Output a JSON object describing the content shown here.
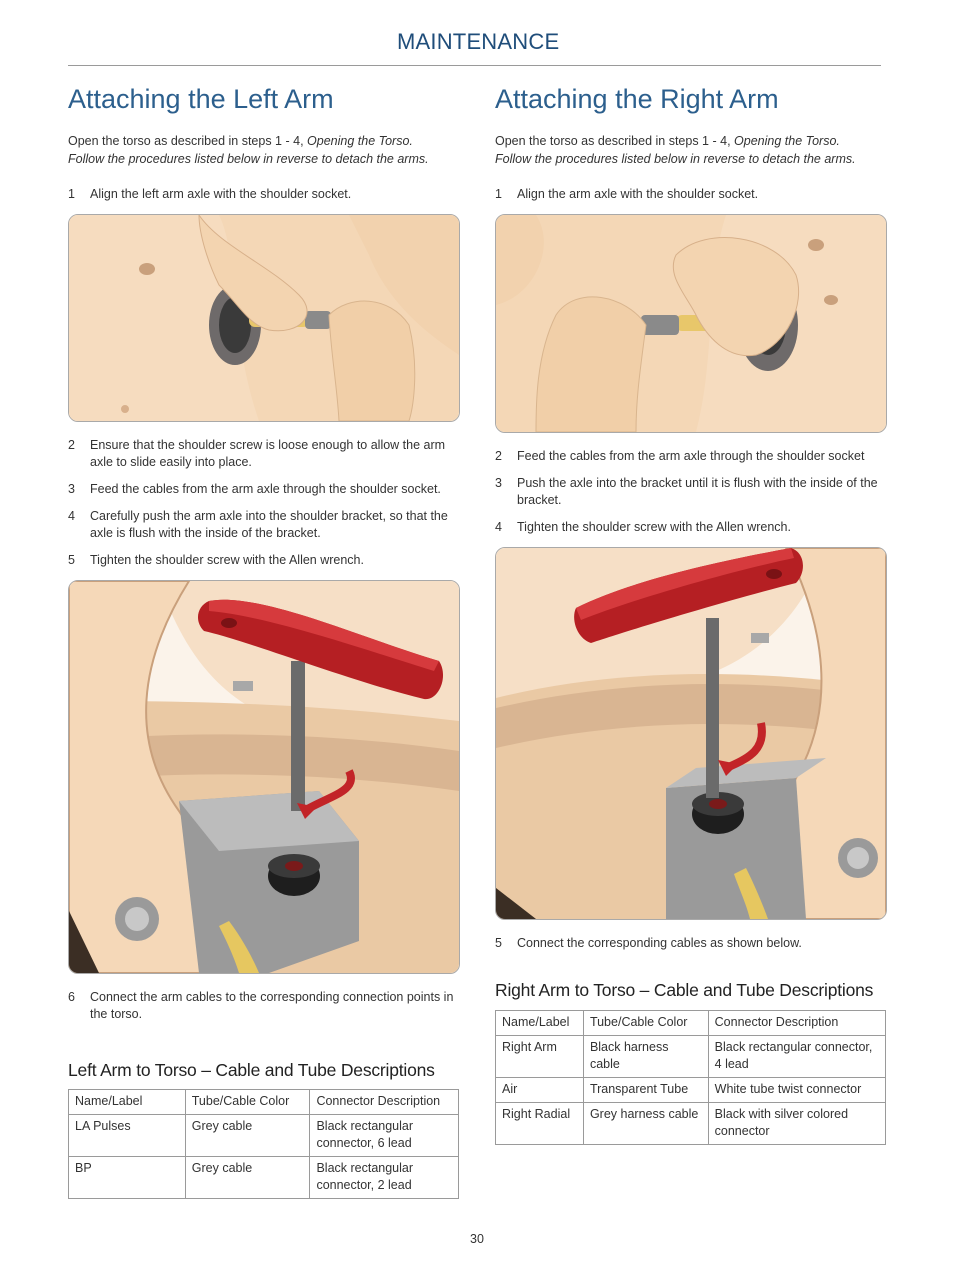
{
  "header": {
    "section": "MAINTENANCE"
  },
  "left": {
    "title": "Attaching the Left Arm",
    "intro_plain": "Open the torso as described in steps 1 - 4, ",
    "intro_italic_ref": "Opening the Torso.",
    "intro_italic_line": "Follow the procedures listed below in reverse to detach the arms.",
    "steps": [
      {
        "num": "1",
        "text": "Align the left arm axle with the shoulder socket."
      },
      {
        "num": "2",
        "text": "Ensure that the shoulder screw is loose enough to allow the arm axle to slide easily into place."
      },
      {
        "num": "3",
        "text": "Feed the cables from the arm axle through the shoulder socket."
      },
      {
        "num": "4",
        "text": "Carefully push the arm axle into the shoulder bracket, so that the axle is flush with the inside of the bracket."
      },
      {
        "num": "5",
        "text": "Tighten the shoulder screw with the Allen wrench."
      },
      {
        "num": "6",
        "text": "Connect the arm cables to the corresponding connection points in the torso."
      }
    ],
    "table_title": "Left Arm to Torso – Cable and Tube Descriptions",
    "table": {
      "headers": [
        "Name/Label",
        "Tube/Cable Color",
        "Connector Description"
      ],
      "rows": [
        [
          "LA Pulses",
          "Grey cable",
          "Black rectangular connector, 6 lead"
        ],
        [
          "BP",
          "Grey cable",
          "Black rectangular connector, 2 lead"
        ]
      ]
    }
  },
  "right": {
    "title": "Attaching the Right Arm",
    "intro_plain": "Open the torso as described in steps 1 - 4, ",
    "intro_italic_ref": "Opening the Torso.",
    "intro_italic_line": "Follow the procedures listed below in reverse to detach the arms.",
    "steps": [
      {
        "num": "1",
        "text": "Align the arm axle with the shoulder socket."
      },
      {
        "num": "2",
        "text": "Feed the cables from the arm axle through the shoulder socket"
      },
      {
        "num": "3",
        "text": "Push the axle into the bracket until it is flush with the inside of the bracket."
      },
      {
        "num": "4",
        "text": "Tighten the shoulder screw with the Allen wrench."
      },
      {
        "num": "5",
        "text": "Connect the corresponding cables as shown below."
      }
    ],
    "table_title": "Right Arm to Torso – Cable and Tube Descriptions",
    "table": {
      "headers": [
        "Name/Label",
        "Tube/Cable Color",
        "Connector Description"
      ],
      "rows": [
        [
          "Right Arm",
          "Black harness cable",
          "Black rectangular  connector, 4 lead"
        ],
        [
          "Air",
          "Transparent Tube",
          "White tube twist connector"
        ],
        [
          "Right Radial",
          "Grey harness cable",
          "Black with silver colored connector"
        ]
      ]
    }
  },
  "footer": {
    "page_number": "30"
  }
}
